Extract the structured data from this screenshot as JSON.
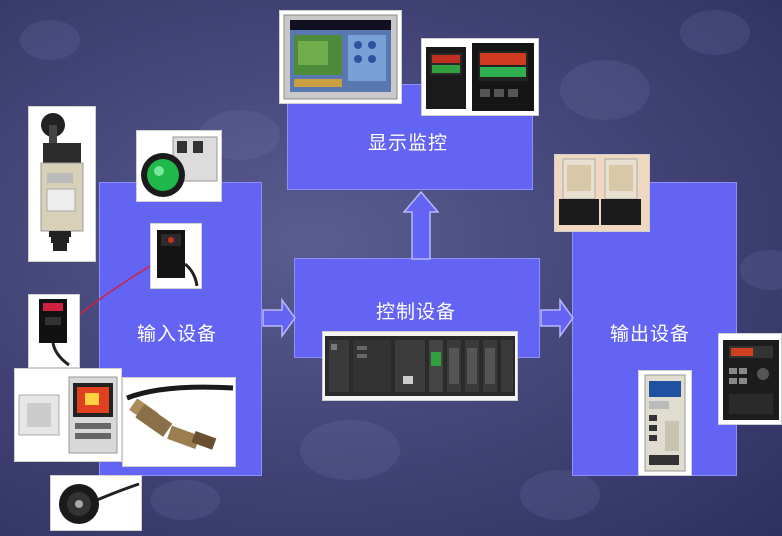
{
  "diagram": {
    "nodes": {
      "display": {
        "label": "显示监控"
      },
      "control": {
        "label": "控制设备"
      },
      "input": {
        "label": "输入设备"
      },
      "output": {
        "label": "输出设备"
      }
    },
    "edges": [
      {
        "from": "input",
        "to": "control"
      },
      {
        "from": "control",
        "to": "output"
      },
      {
        "from": "control",
        "to": "display"
      }
    ],
    "images": {
      "display": [
        "hmi-touchscreen",
        "temperature-controllers"
      ],
      "input": [
        "limit-switch",
        "green-pushbutton",
        "photoelectric-sensor",
        "photoelectric-sensor-2",
        "vision-sensor",
        "proximity-sensors",
        "rotary-encoder"
      ],
      "control": [
        "plc-rack"
      ],
      "output": [
        "relays",
        "servo-drive",
        "inverter"
      ]
    },
    "colors": {
      "block_fill": "#6464f4",
      "background": "#45477a",
      "text": "#ffffff"
    }
  }
}
